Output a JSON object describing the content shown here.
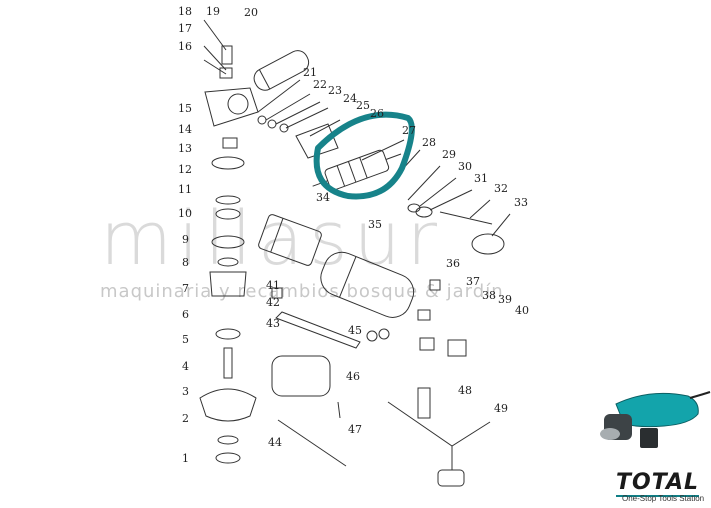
{
  "watermark": {
    "title": "millasur",
    "tagline": "maquinaria y recambios bosque & jardín"
  },
  "brand": {
    "name": "TOTAL",
    "slogan": "One-Stop Tools Station",
    "accent_color": "#0f7f86"
  },
  "highlight": {
    "color": "#17838a",
    "part": "27"
  },
  "parts": [
    "1",
    "2",
    "3",
    "4",
    "5",
    "6",
    "7",
    "8",
    "9",
    "10",
    "11",
    "12",
    "13",
    "14",
    "15",
    "16",
    "17",
    "18",
    "19",
    "20",
    "21",
    "22",
    "23",
    "24",
    "25",
    "26",
    "27",
    "28",
    "29",
    "30",
    "31",
    "32",
    "33",
    "34",
    "35",
    "36",
    "37",
    "38",
    "39",
    "40",
    "41",
    "42",
    "43",
    "44",
    "45",
    "46",
    "47",
    "48",
    "49"
  ]
}
